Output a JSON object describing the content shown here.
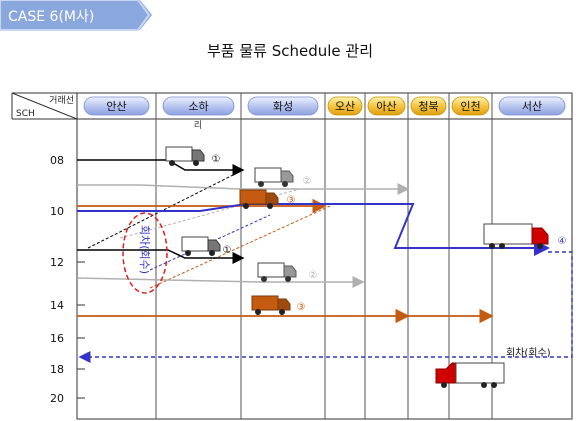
{
  "case_tag": "CASE 6(M사)",
  "title": "부품 물류 Schedule 관리",
  "header": {
    "top_label": "거래선",
    "bottom_label": "SCH"
  },
  "suppliers": [
    "안산",
    "소하",
    "화성",
    "오산",
    "아산",
    "청북",
    "인천",
    "서산"
  ],
  "sub_label": "리",
  "y_ticks": [
    "08",
    "10",
    "12",
    "14",
    "16",
    "18",
    "20"
  ],
  "markers": [
    "①",
    "②",
    "③",
    "①",
    "②",
    "③",
    "④"
  ],
  "vertical_note": "회차(회수)",
  "return_note": "회차(회수)",
  "colors": {
    "black": "#000000",
    "gray": "#b0b0b0",
    "orange": "#c55a11",
    "blue": "#3333cc",
    "red": "#d00000"
  }
}
